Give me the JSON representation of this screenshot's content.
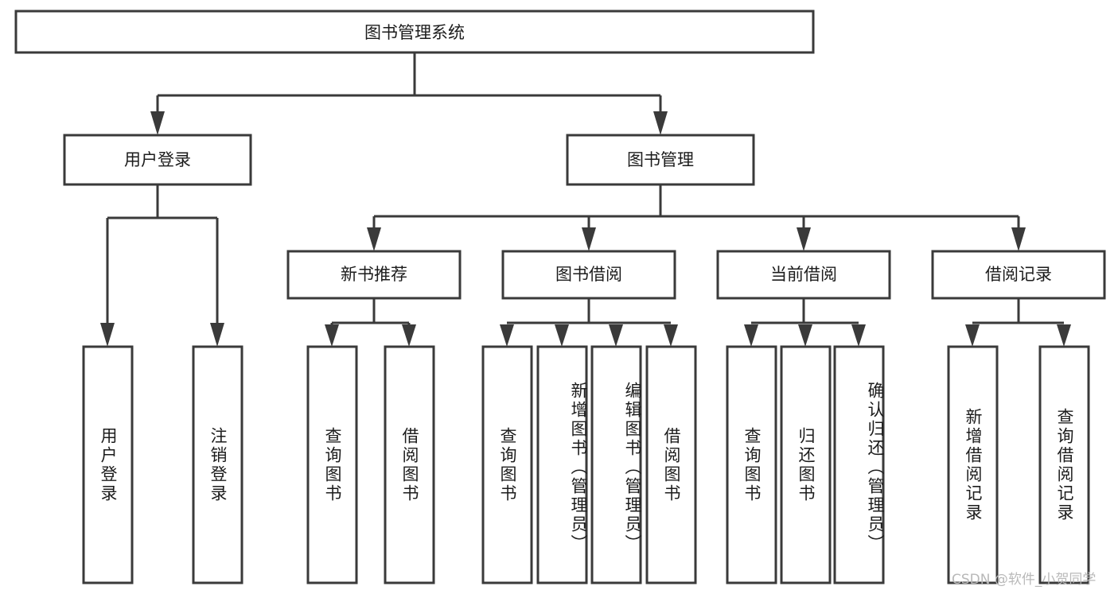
{
  "diagram": {
    "type": "tree-hierarchy",
    "title": "图书管理系统",
    "root": {
      "id": "root",
      "label": "图书管理系统",
      "level": 0
    },
    "level1": [
      {
        "id": "user-login",
        "label": "用户登录"
      },
      {
        "id": "book-management",
        "label": "图书管理"
      }
    ],
    "level2": [
      {
        "id": "new-book-recommend",
        "label": "新书推荐",
        "parent": "book-management"
      },
      {
        "id": "book-borrow",
        "label": "图书借阅",
        "parent": "book-management"
      },
      {
        "id": "current-borrow",
        "label": "当前借阅",
        "parent": "book-management"
      },
      {
        "id": "borrow-record",
        "label": "借阅记录",
        "parent": "book-management"
      }
    ],
    "leaves": {
      "user_login": [
        {
          "id": "leaf-user-login",
          "label": "用户登录"
        },
        {
          "id": "leaf-user-logout",
          "label": "注销登录"
        }
      ],
      "new_book_recommend": [
        {
          "id": "leaf-query-book-1",
          "label": "查询图书"
        },
        {
          "id": "leaf-borrow-book-1",
          "label": "借阅图书"
        }
      ],
      "book_borrow": [
        {
          "id": "leaf-query-book-2",
          "label": "查询图书"
        },
        {
          "id": "leaf-add-book",
          "label": "新增图书（管理员）"
        },
        {
          "id": "leaf-edit-book",
          "label": "编辑图书（管理员）"
        },
        {
          "id": "leaf-borrow-book-2",
          "label": "借阅图书"
        }
      ],
      "current_borrow": [
        {
          "id": "leaf-query-book-3",
          "label": "查询图书"
        },
        {
          "id": "leaf-return-book",
          "label": "归还图书"
        },
        {
          "id": "leaf-confirm-return",
          "label": "确认归还（管理员）"
        }
      ],
      "borrow_record": [
        {
          "id": "leaf-add-record",
          "label": "新增借阅记录"
        },
        {
          "id": "leaf-query-record",
          "label": "查询借阅记录"
        }
      ]
    }
  },
  "watermark": {
    "text": "CSDN @软件_小贺同学"
  },
  "colors": {
    "stroke": "#3a3a3a",
    "box_fill": "#ffffff",
    "text": "#1c1c1c",
    "background": "#ffffff",
    "watermark": "#b9b9b9"
  }
}
